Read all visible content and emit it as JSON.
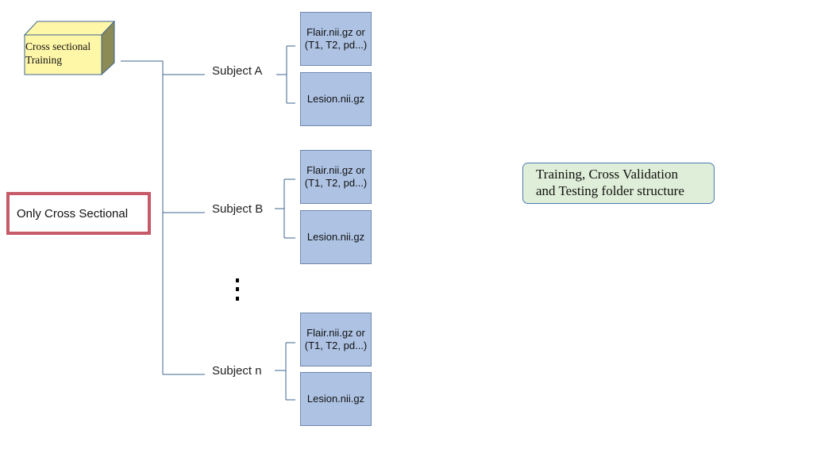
{
  "root": {
    "line1": "Cross sectional",
    "line2": "Training"
  },
  "badge": "Only Cross Sectional",
  "note": {
    "line1": "Training, Cross Validation",
    "line2": "and Testing folder structure"
  },
  "subjects": [
    {
      "label": "Subject A",
      "files": [
        {
          "line1": "Flair.nii.gz or",
          "line2": "(T1, T2, pd...)"
        },
        {
          "line1": "Lesion.nii.gz",
          "line2": ""
        }
      ]
    },
    {
      "label": "Subject B",
      "files": [
        {
          "line1": "Flair.nii.gz or",
          "line2": "(T1, T2, pd...)"
        },
        {
          "line1": "Lesion.nii.gz",
          "line2": ""
        }
      ]
    },
    {
      "label": "Subject n",
      "files": [
        {
          "line1": "Flair.nii.gz or",
          "line2": "(T1, T2, pd...)"
        },
        {
          "line1": "Lesion.nii.gz",
          "line2": ""
        }
      ]
    }
  ],
  "colors": {
    "cube_face": "#fff7a8",
    "file_box": "#aec3e4",
    "badge_border": "#c65a68",
    "note_bg": "#dfeed8",
    "connector": "#3d6591"
  },
  "ellipsis_icon": "vertical-ellipsis-icon"
}
